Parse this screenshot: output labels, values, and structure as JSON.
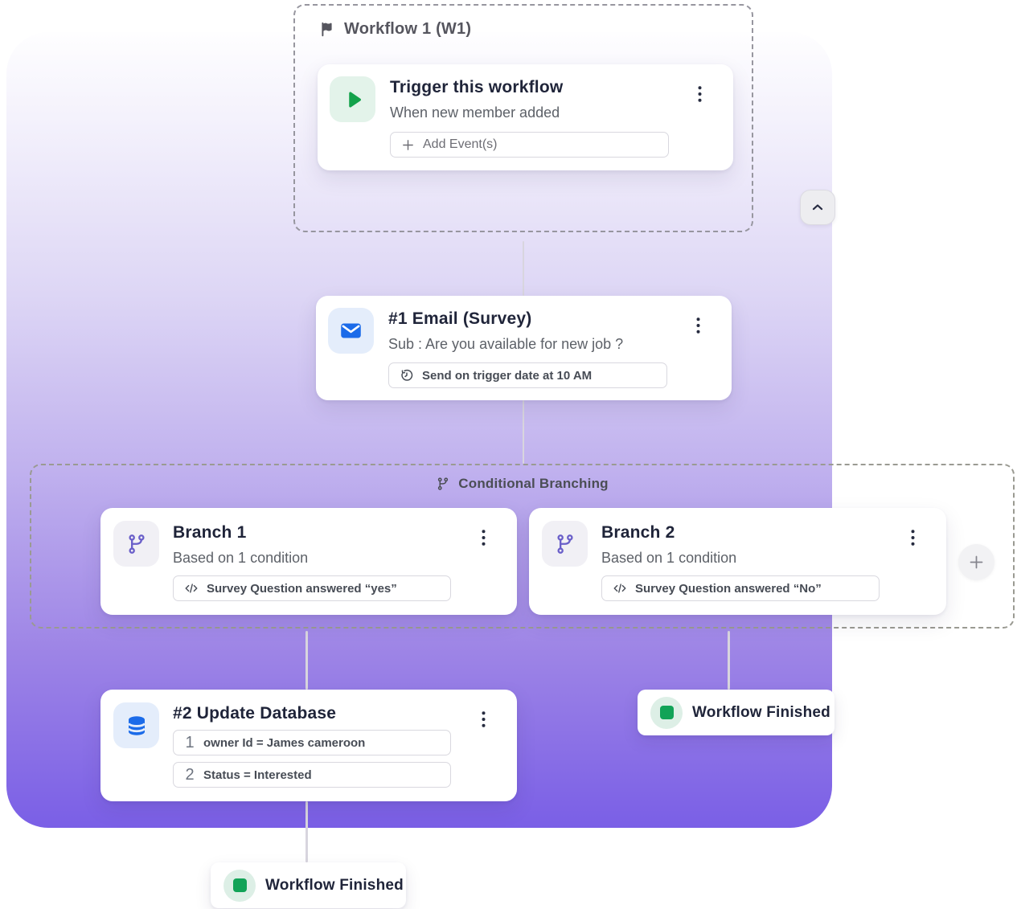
{
  "workflow_group": {
    "label": "Workflow 1 (W1)",
    "icon": "flag-icon"
  },
  "trigger_card": {
    "title": "Trigger this workflow",
    "subtitle": "When new member added",
    "action_label": "Add Event(s)",
    "icon": "play-icon"
  },
  "collapse_button": {
    "icon": "chevron-up-icon"
  },
  "email_card": {
    "title": "#1 Email (Survey)",
    "subtitle": "Sub : Are you available for new job ?",
    "schedule_label": "Send on trigger date at 10 AM",
    "icon": "mail-icon"
  },
  "conditional_group": {
    "label": "Conditional Branching",
    "icon": "git-branch-icon"
  },
  "branches": [
    {
      "title": "Branch 1",
      "subtitle": "Based on 1 condition",
      "condition": "Survey Question answered “yes”",
      "icon": "git-branch-icon"
    },
    {
      "title": "Branch 2",
      "subtitle": "Based on 1 condition",
      "condition": "Survey Question answered “No”",
      "icon": "git-branch-icon"
    }
  ],
  "add_branch_button": {
    "icon": "plus-icon"
  },
  "update_card": {
    "title": "#2 Update Database",
    "icon": "database-icon",
    "rows": [
      {
        "num": "1",
        "text": "owner Id = James cameroon"
      },
      {
        "num": "2",
        "text": "Status = Interested"
      }
    ]
  },
  "finished_right": {
    "label": "Workflow Finished",
    "icon": "stop-icon"
  },
  "finished_bottom": {
    "label": "Workflow Finished",
    "icon": "stop-icon"
  },
  "icons": {
    "flag-icon": "⚑",
    "play-icon": "▶",
    "mail-icon": "✉",
    "clock-icon": "🕘",
    "git-branch-icon": "⎇",
    "code-icon": "</>",
    "database-icon": "🛢",
    "stop-icon": "■",
    "chevron-up-icon": "^",
    "plus-icon": "+",
    "kebab-icon": "⋮"
  },
  "colors": {
    "gradient_bottom": "#7a5fe6",
    "play_green": "#13a24b",
    "blue": "#1b6be9",
    "branch_purple": "#6a5fc9",
    "success_green": "#11a357"
  }
}
